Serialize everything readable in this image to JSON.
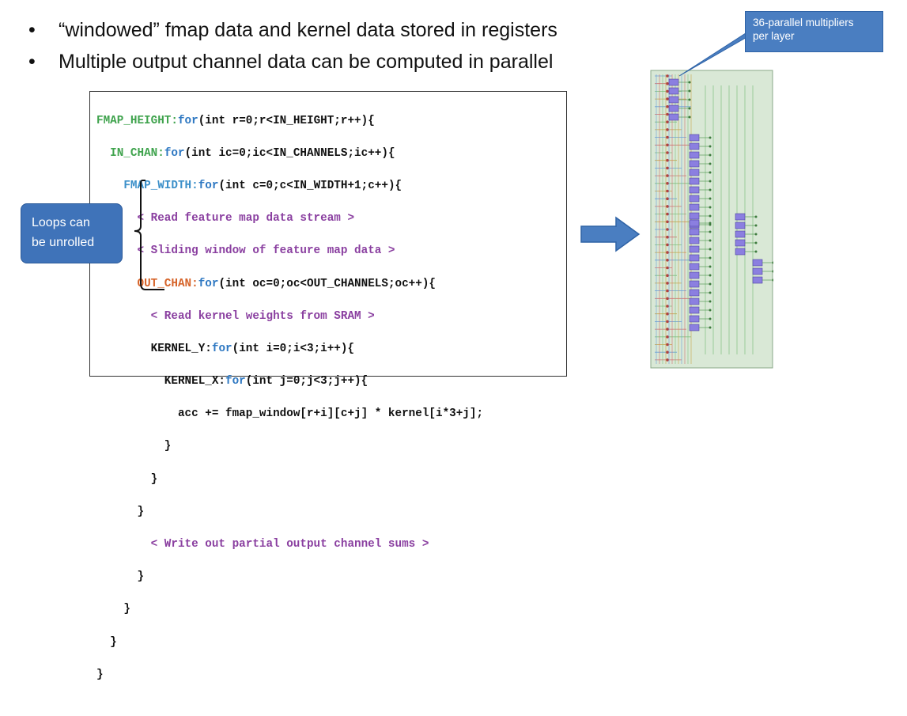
{
  "bullets": [
    "“windowed” fmap data and kernel data stored in registers",
    "Multiple output channel data can be computed in parallel"
  ],
  "bullet_glyph": "•",
  "code": {
    "l1_label": "FMAP_HEIGHT:",
    "l1_kw": "for",
    "l1_rest": "(int r=0;r<IN_HEIGHT;r++){",
    "l2_label": "IN_CHAN:",
    "l2_kw": "for",
    "l2_rest": "(int ic=0;ic<IN_CHANNELS;ic++){",
    "l3_label": "FMAP_WIDTH:",
    "l3_kw": "for",
    "l3_rest": "(int c=0;c<IN_WIDTH+1;c++){",
    "l4": "< Read feature map data stream >",
    "l5": "< Sliding window of feature map data >",
    "l6_label": "OUT_CHAN:",
    "l6_kw": "for",
    "l6_rest": "(int oc=0;oc<OUT_CHANNELS;oc++){",
    "l7": "< Read kernel weights from SRAM >",
    "l8_label": "KERNEL_Y:",
    "l8_kw": "for",
    "l8_rest": "(int i=0;i<3;i++){",
    "l9_label": "KERNEL_X:",
    "l9_kw": "for",
    "l9_rest": "(int j=0;j<3;j++){",
    "l10": "acc += fmap_window[r+i][c+j] * kernel[i*3+j];",
    "l11": "}",
    "l12": "}",
    "l13": "}",
    "l14": "< Write out partial output channel sums >",
    "l15": "}",
    "l16": "}",
    "l17": "}",
    "l18": "}"
  },
  "callout": {
    "line1": "Loops can",
    "line2": "be unrolled"
  },
  "label_box": {
    "line1": "36-parallel multipliers",
    "line2": "per layer"
  },
  "colors": {
    "loop_label_green": "#3fa34d",
    "loop_label_orange": "#d6642a",
    "loop_label_teal": "#3b8fc9",
    "keyword_blue": "#2e78c2",
    "comment_purple": "#8a3fa0",
    "callout_blue": "#3f73b9",
    "circuit_bg": "#d9e8d6",
    "multiplier_purple": "#8b7fe0"
  }
}
